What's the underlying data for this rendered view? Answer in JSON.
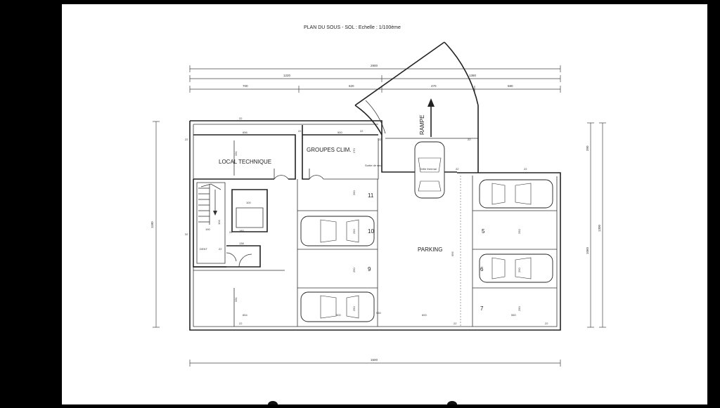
{
  "title": "PLAN DU SOUS - SOL : Echelle : 1/100ème",
  "rooms": {
    "local_technique": "LOCAL TECHNIQUE",
    "groupes_clim": "GROUPES CLIM.",
    "parking": "PARKING",
    "rampe": "RAMPE",
    "dent": "DENT",
    "sortie": "Sortie de sec",
    "grille": "Grille thermal"
  },
  "spaces": [
    "11",
    "10",
    "9",
    "5",
    "6",
    "7"
  ],
  "dims": {
    "top_total": "2900",
    "top_left": "1220",
    "top_right": "1380",
    "row3_a": "700",
    "row3_b": "620",
    "row3_c": "470",
    "row3_d": "580",
    "bottom_total": "1500",
    "left_height": "1180",
    "right_height": "1300",
    "right_a": "390",
    "right_b": "1060",
    "in_656": "656",
    "in_500": "500",
    "in_22a": "22",
    "in_22b": "22",
    "in_22c": "22",
    "in_22d": "22",
    "in_22e": "22",
    "in_22f": "22",
    "in_22g": "22",
    "in_22h": "22",
    "in_22i": "22",
    "in_22j": "22",
    "in_22k": "22",
    "in_22l": "22",
    "in_22m": "22",
    "in_331a": "331",
    "in_331b": "331",
    "in_190": "190",
    "in_180": "180",
    "in_138": "138",
    "in_104": "104",
    "in_270": "270",
    "in_250a": "250",
    "in_250b": "250",
    "in_250c": "250",
    "in_250d": "250",
    "in_250e": "250",
    "in_250f": "250",
    "in_250g": "250",
    "in_500b": "500",
    "in_956": "956",
    "in_654": "654",
    "in_600": "600",
    "in_550": "550",
    "in_530": "530",
    "in_32": "32",
    "in_100": "100"
  }
}
